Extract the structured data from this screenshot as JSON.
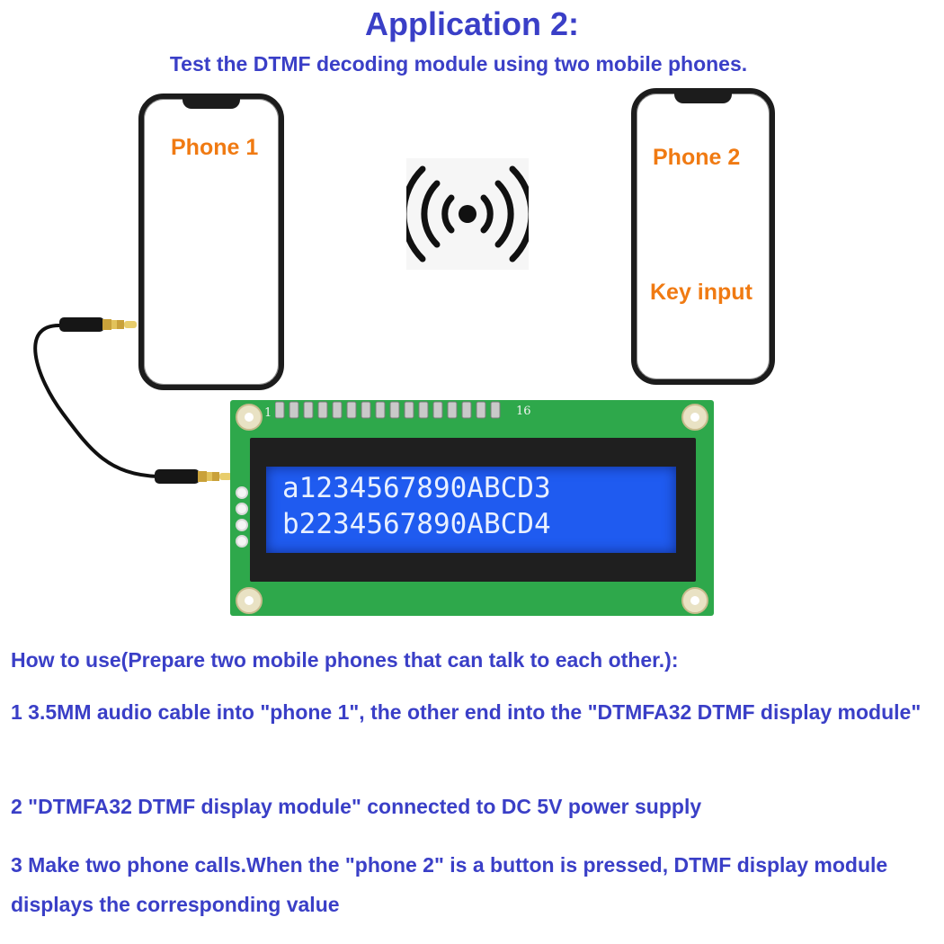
{
  "header": {
    "title": "Application 2:",
    "subtitle": "Test the DTMF decoding module using two mobile phones."
  },
  "phone1": {
    "label": "Phone 1"
  },
  "phone2": {
    "label": "Phone 2",
    "key_label": "Key input"
  },
  "signal": {
    "icon": "wireless-signal-icon"
  },
  "lcd": {
    "line1": "a1234567890ABCD3",
    "line2": "b2234567890ABCD4",
    "pin_first": "1",
    "pin_last": "16"
  },
  "instructions": {
    "heading": "How to use(Prepare two mobile phones that can talk to each other.):",
    "step1": "1 3.5MM audio cable into \"phone 1\", the other end into the \"DTMFA32 DTMF display module\"",
    "step2": "2 \"DTMFA32 DTMF display module\"  connected to DC 5V power supply",
    "step3": "3 Make two phone calls.When the \"phone 2\" is a button is pressed, DTMF display module displays the corresponding value"
  },
  "colors": {
    "heading_blue": "#3a3fc7",
    "phone_label_orange": "#f07a12",
    "pcb_green": "#2ea84b",
    "lcd_blue": "#1f5bf0"
  }
}
